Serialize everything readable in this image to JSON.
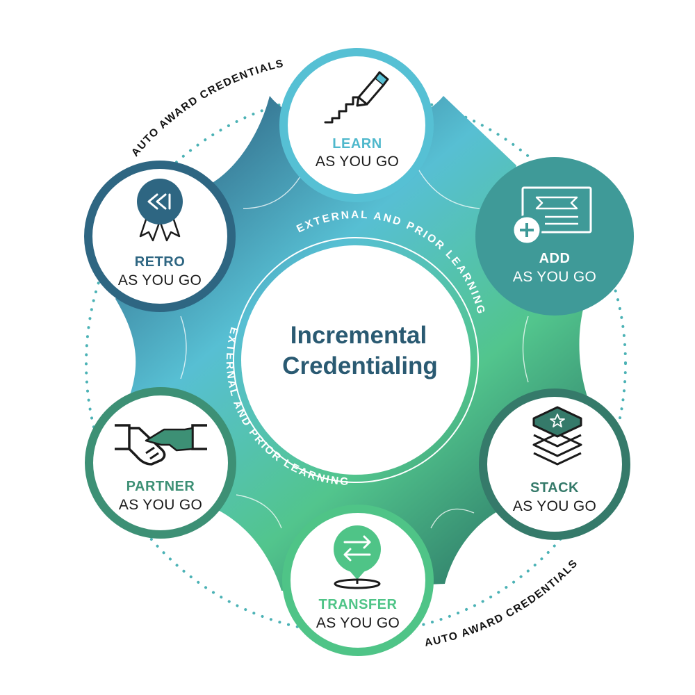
{
  "center": {
    "line1": "Incremental",
    "line2": "Credentialing"
  },
  "inner_ring": {
    "arc_top": "EXTERNAL AND PRIOR LEARNING",
    "arc_left": "EXTERNAL AND PRIOR LEARNING"
  },
  "outer_ring": {
    "arc_top_left": "AUTO AWARD CREDENTIALS",
    "arc_bottom_right": "AUTO AWARD CREDENTIALS"
  },
  "nodes": [
    {
      "title": "LEARN",
      "subtitle": "AS YOU GO",
      "icon": "pencil-steps-icon",
      "color": "#4fb8cc"
    },
    {
      "title": "ADD",
      "subtitle": "AS YOU GO",
      "icon": "certificate-add-icon",
      "color": "#3f9a98"
    },
    {
      "title": "STACK",
      "subtitle": "AS YOU GO",
      "icon": "stack-icon",
      "color": "#357a6a"
    },
    {
      "title": "TRANSFER",
      "subtitle": "AS YOU GO",
      "icon": "transfer-pin-icon",
      "color": "#4fc487"
    },
    {
      "title": "PARTNER",
      "subtitle": "AS YOU GO",
      "icon": "handshake-icon",
      "color": "#3d9075"
    },
    {
      "title": "RETRO",
      "subtitle": "AS YOU GO",
      "icon": "rewind-badge-icon",
      "color": "#2e6682"
    }
  ],
  "colors": {
    "teal_dark": "#2e6682",
    "teal_light": "#56c0d4",
    "green": "#4fc487",
    "dark_green": "#357a6a",
    "center_text": "#2a5a72"
  }
}
